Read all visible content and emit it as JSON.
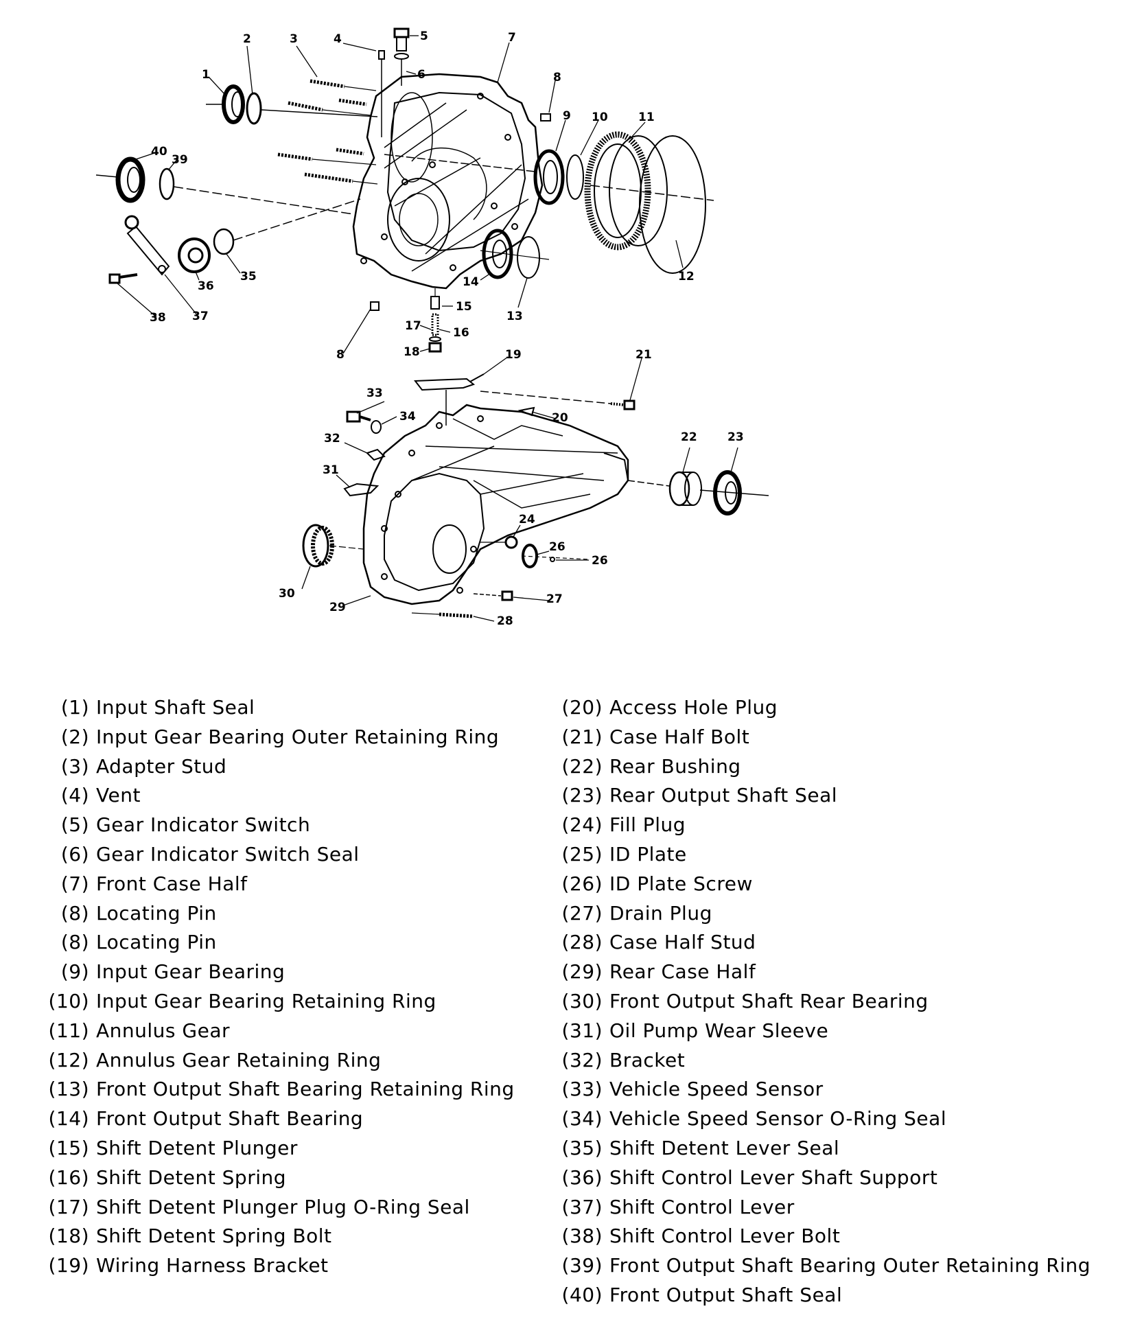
{
  "callouts": {
    "c1": "1",
    "c2": "2",
    "c3": "3",
    "c4": "4",
    "c5": "5",
    "c6": "6",
    "c7": "7",
    "c8a": "8",
    "c8b": "8",
    "c9": "9",
    "c10": "10",
    "c11": "11",
    "c12": "12",
    "c13": "13",
    "c14": "14",
    "c15": "15",
    "c16": "16",
    "c17": "17",
    "c18": "18",
    "c19": "19",
    "c20": "20",
    "c21": "21",
    "c22": "22",
    "c23": "23",
    "c24": "24",
    "c26a": "26",
    "c26b": "26",
    "c27": "27",
    "c28": "28",
    "c29": "29",
    "c30": "30",
    "c31": "31",
    "c32": "32",
    "c33": "33",
    "c34": "34",
    "c35": "35",
    "c36": "36",
    "c37": "37",
    "c38": "38",
    "c39": "39",
    "c40": "40"
  },
  "legend": {
    "left": [
      {
        "num": "(1)",
        "label": "Input Shaft Seal"
      },
      {
        "num": "(2)",
        "label": "Input Gear Bearing Outer Retaining Ring"
      },
      {
        "num": "(3)",
        "label": "Adapter Stud"
      },
      {
        "num": "(4)",
        "label": "Vent"
      },
      {
        "num": "(5)",
        "label": "Gear Indicator Switch"
      },
      {
        "num": "(6)",
        "label": "Gear Indicator Switch Seal"
      },
      {
        "num": "(7)",
        "label": "Front Case Half"
      },
      {
        "num": "(8)",
        "label": "Locating Pin"
      },
      {
        "num": "(8)",
        "label": "Locating Pin"
      },
      {
        "num": "(9)",
        "label": "Input Gear Bearing"
      },
      {
        "num": "(10)",
        "label": "Input Gear Bearing Retaining Ring"
      },
      {
        "num": "(11)",
        "label": "Annulus Gear"
      },
      {
        "num": "(12)",
        "label": "Annulus Gear Retaining Ring"
      },
      {
        "num": "(13)",
        "label": "Front Output Shaft Bearing Retaining Ring"
      },
      {
        "num": "(14)",
        "label": "Front Output Shaft Bearing"
      },
      {
        "num": "(15)",
        "label": "Shift Detent Plunger"
      },
      {
        "num": "(16)",
        "label": "Shift Detent Spring"
      },
      {
        "num": "(17)",
        "label": "Shift Detent Plunger Plug O-Ring Seal"
      },
      {
        "num": "(18)",
        "label": "Shift Detent Spring Bolt"
      },
      {
        "num": "(19)",
        "label": "Wiring Harness Bracket"
      }
    ],
    "right": [
      {
        "num": "(20)",
        "label": "Access Hole Plug"
      },
      {
        "num": "(21)",
        "label": "Case Half Bolt"
      },
      {
        "num": "(22)",
        "label": "Rear Bushing"
      },
      {
        "num": "(23)",
        "label": "Rear Output Shaft Seal"
      },
      {
        "num": "(24)",
        "label": "Fill Plug"
      },
      {
        "num": "(25)",
        "label": "ID Plate"
      },
      {
        "num": "(26)",
        "label": "ID Plate Screw"
      },
      {
        "num": "(27)",
        "label": "Drain Plug"
      },
      {
        "num": "(28)",
        "label": "Case Half Stud"
      },
      {
        "num": "(29)",
        "label": "Rear Case Half"
      },
      {
        "num": "(30)",
        "label": "Front Output Shaft Rear Bearing"
      },
      {
        "num": "(31)",
        "label": "Oil Pump Wear Sleeve"
      },
      {
        "num": "(32)",
        "label": "Bracket"
      },
      {
        "num": "(33)",
        "label": "Vehicle Speed Sensor"
      },
      {
        "num": "(34)",
        "label": "Vehicle Speed Sensor O-Ring Seal"
      },
      {
        "num": "(35)",
        "label": "Shift Detent Lever Seal"
      },
      {
        "num": "(36)",
        "label": "Shift Control Lever Shaft Support"
      },
      {
        "num": "(37)",
        "label": "Shift Control Lever"
      },
      {
        "num": "(38)",
        "label": "Shift Control Lever Bolt"
      },
      {
        "num": "(39)",
        "label": "Front Output Shaft Bearing Outer Retaining Ring"
      },
      {
        "num": "(40)",
        "label": "Front Output Shaft Seal"
      }
    ]
  }
}
